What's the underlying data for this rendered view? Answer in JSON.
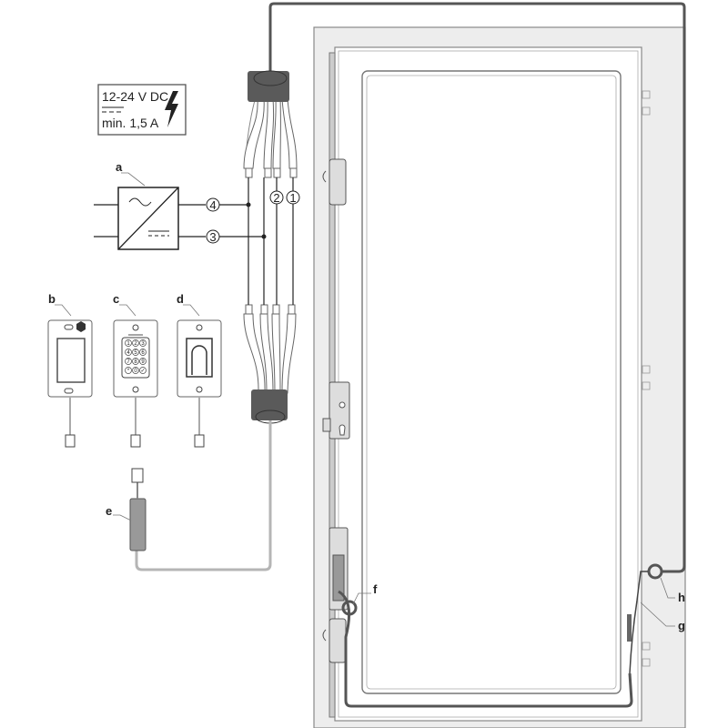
{
  "power_supply_box": {
    "voltage": "12-24 V DC",
    "current": "min. 1,5 A"
  },
  "labels": {
    "a": "a",
    "b": "b",
    "c": "c",
    "d": "d",
    "e": "e",
    "f": "f",
    "g": "g",
    "h": "h"
  },
  "wire_numbers": [
    "1",
    "2",
    "3",
    "4"
  ],
  "keypad_keys": [
    "1",
    "2",
    "3",
    "4",
    "5",
    "6",
    "7",
    "8",
    "9",
    "*",
    "0",
    "✓"
  ],
  "colors": {
    "frame": "#ececec",
    "cable_dark": "#555555",
    "cable_light": "#b5b5b5",
    "sleeve": "#5a5a5a"
  }
}
